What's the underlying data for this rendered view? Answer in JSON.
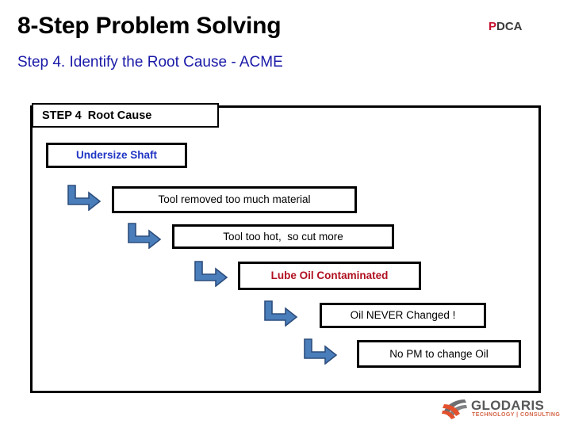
{
  "header": {
    "title": "8-Step Problem Solving",
    "subtitle": "Step 4. Identify the Root Cause - ACME",
    "pdca": {
      "p": "P",
      "dca": "DCA",
      "p_color": "#c8102e",
      "dca_color": "#3b3b3b"
    }
  },
  "frame": {
    "step_label": "STEP 4  Root Cause"
  },
  "root_cause": {
    "label": "Undersize Shaft",
    "color": "#1f35c4"
  },
  "chain": {
    "arrow_icon": "elbow-arrow-icon",
    "arrow_fill": "#4a7ebb",
    "arrow_stroke": "#2c4d7c",
    "items": [
      {
        "label": "Tool removed too much material",
        "color": "#000000",
        "bold": false
      },
      {
        "label": "Tool too hot,  so cut more",
        "color": "#000000",
        "bold": false
      },
      {
        "label": "Lube Oil Contaminated",
        "color": "#b01020",
        "bold": true
      },
      {
        "label": "Oil NEVER Changed !",
        "color": "#000000",
        "bold": false
      },
      {
        "label": "No PM to change Oil",
        "color": "#000000",
        "bold": false
      }
    ]
  },
  "footer": {
    "logo_name": "GLODARIS",
    "logo_tagline": "TECHNOLOGY | CONSULTING",
    "logo_mark_icon": "glodaris-swoosh-icon",
    "logo_gray": "#58585a",
    "logo_orange": "#e2512c"
  }
}
